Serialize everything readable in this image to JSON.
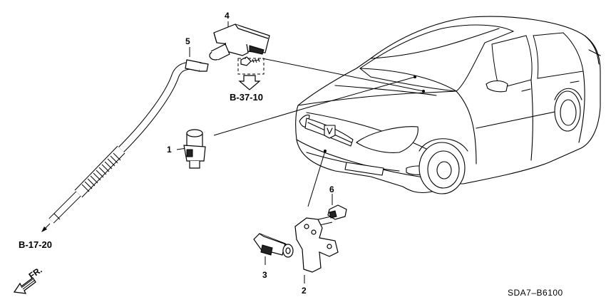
{
  "callouts": {
    "part_1": "1",
    "part_2": "2",
    "part_3": "3",
    "part_4": "4",
    "part_5": "5",
    "part_6": "6"
  },
  "references": {
    "ref_b37_10": "B-37-10",
    "ref_b17_20": "B-17-20"
  },
  "direction": {
    "front_label": "FR."
  },
  "diagram_code": "SDA7–B6100"
}
